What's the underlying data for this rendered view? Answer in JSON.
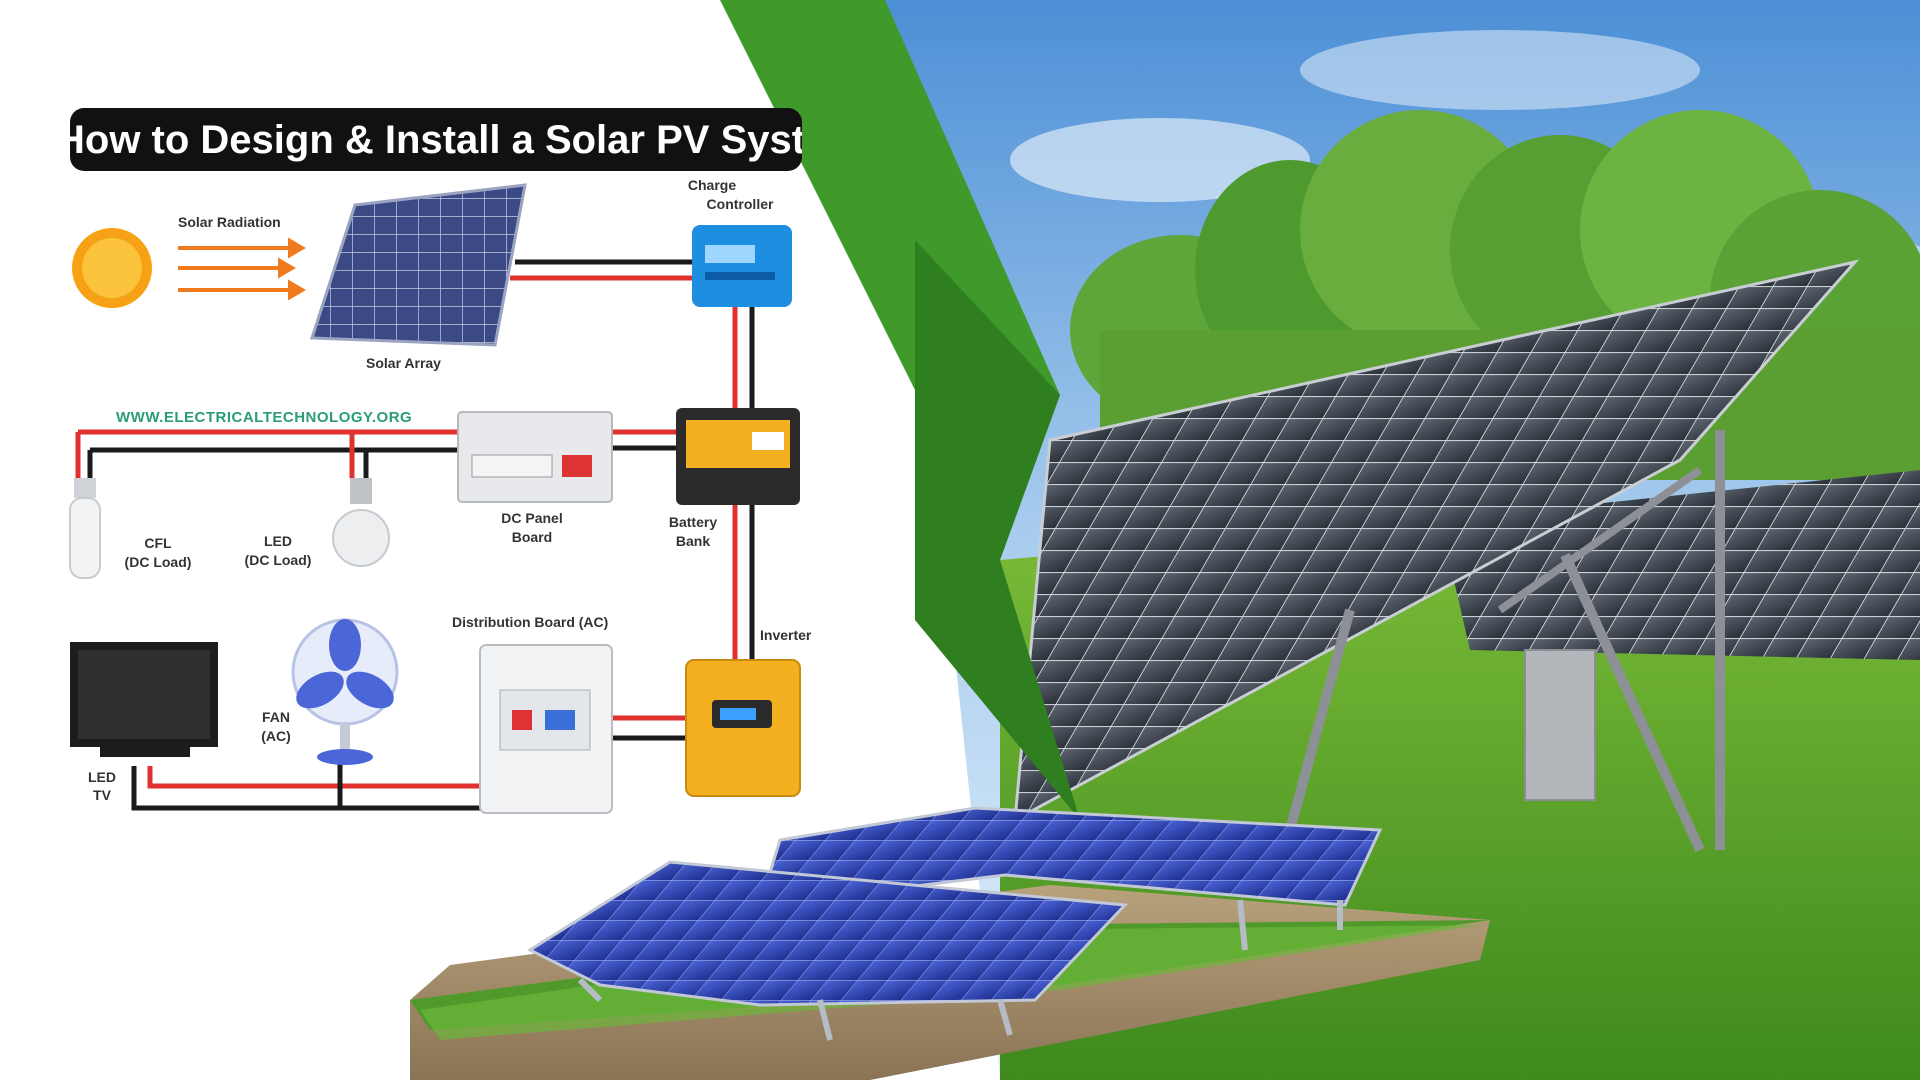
{
  "diagram": {
    "title": "How to Design & Install a Solar PV System",
    "watermark": "WWW.ELECTRICALTECHNOLOGY.ORG",
    "labels": {
      "solar_radiation": "Solar Radiation",
      "solar_array": "Solar Array",
      "charge_controller_1": "Charge",
      "charge_controller_2": "Controller",
      "battery_bank_1": "Battery",
      "battery_bank_2": "Bank",
      "dc_panel_1": "DC Panel",
      "dc_panel_2": "Board",
      "cfl_1": "CFL",
      "cfl_2": "(DC Load)",
      "led_1": "LED",
      "led_2": "(DC Load)",
      "distribution_board": "Distribution Board (AC)",
      "inverter": "Inverter",
      "fan_1": "FAN",
      "fan_2": "(AC)",
      "led_tv_1": "LED",
      "led_tv_2": "TV"
    }
  },
  "colors": {
    "title_bar": "#111111",
    "accent_green": "#3f9a2b",
    "wire_red": "#e03030",
    "wire_black": "#1a1a1a",
    "sun": "#f7a215",
    "panel_blue": "#2a3fa8",
    "inverter_yellow": "#f4b020"
  }
}
